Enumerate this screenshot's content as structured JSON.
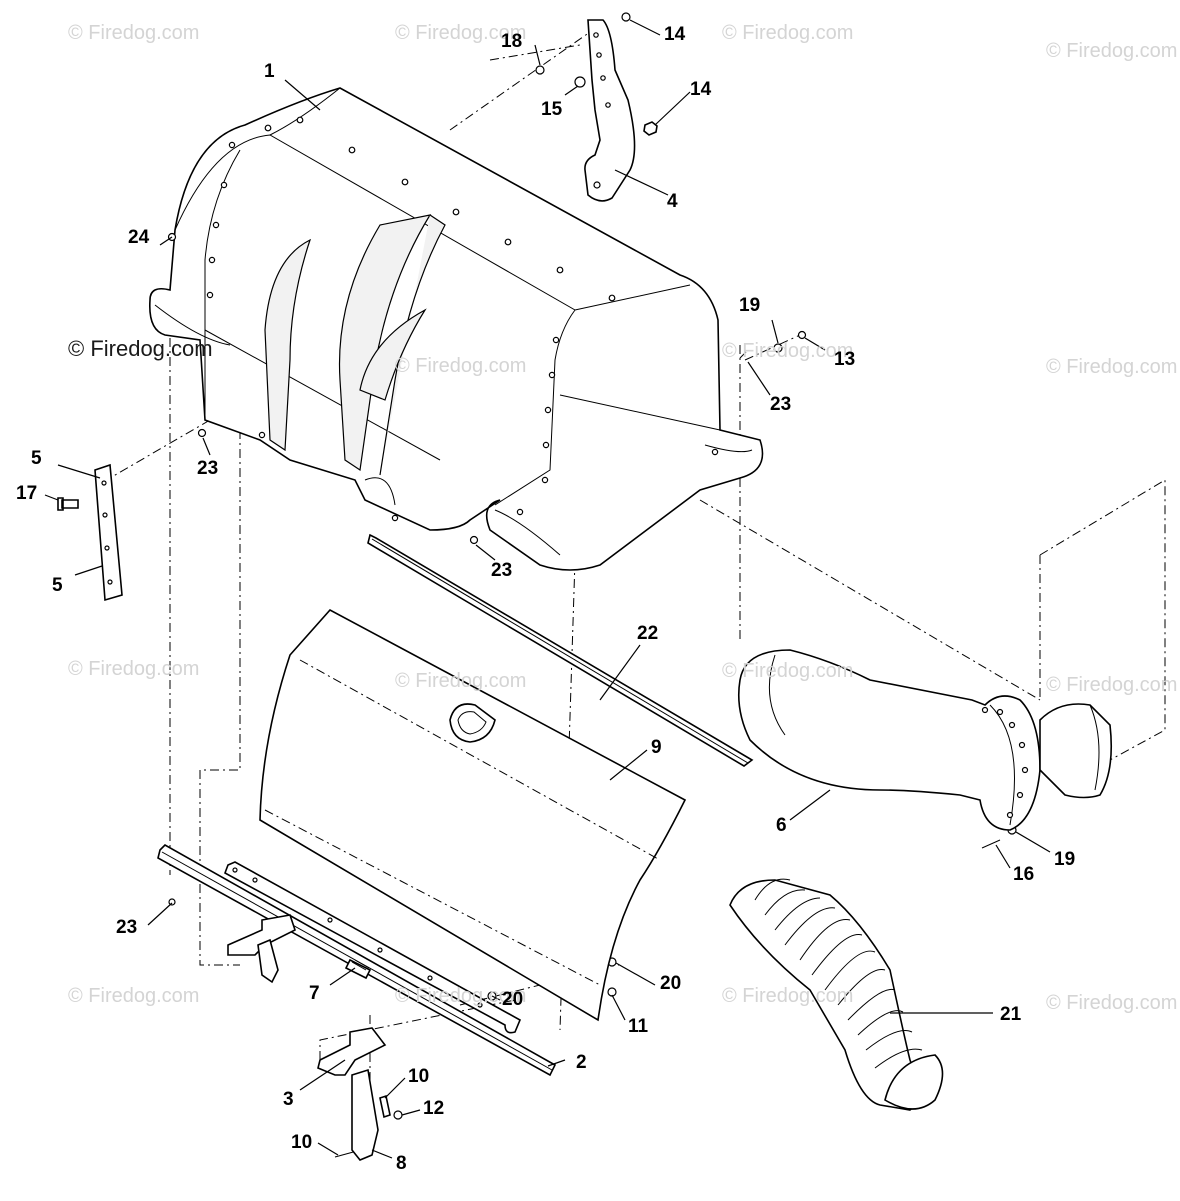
{
  "watermark": {
    "text": "© Firedog.com"
  },
  "callouts": {
    "c1": "1",
    "c2": "2",
    "c3": "3",
    "c4": "4",
    "c5a": "5",
    "c5b": "5",
    "c6": "6",
    "c7": "7",
    "c8": "8",
    "c9": "9",
    "c10a": "10",
    "c10b": "10",
    "c11": "11",
    "c12": "12",
    "c13": "13",
    "c14a": "14",
    "c14b": "14",
    "c15": "15",
    "c16": "16",
    "c17": "17",
    "c18": "18",
    "c19a": "19",
    "c19b": "19",
    "c20a": "20",
    "c20b": "20",
    "c21": "21",
    "c22": "22",
    "c23a": "23",
    "c23b": "23",
    "c23c": "23",
    "c23d": "23",
    "c24": "24"
  }
}
